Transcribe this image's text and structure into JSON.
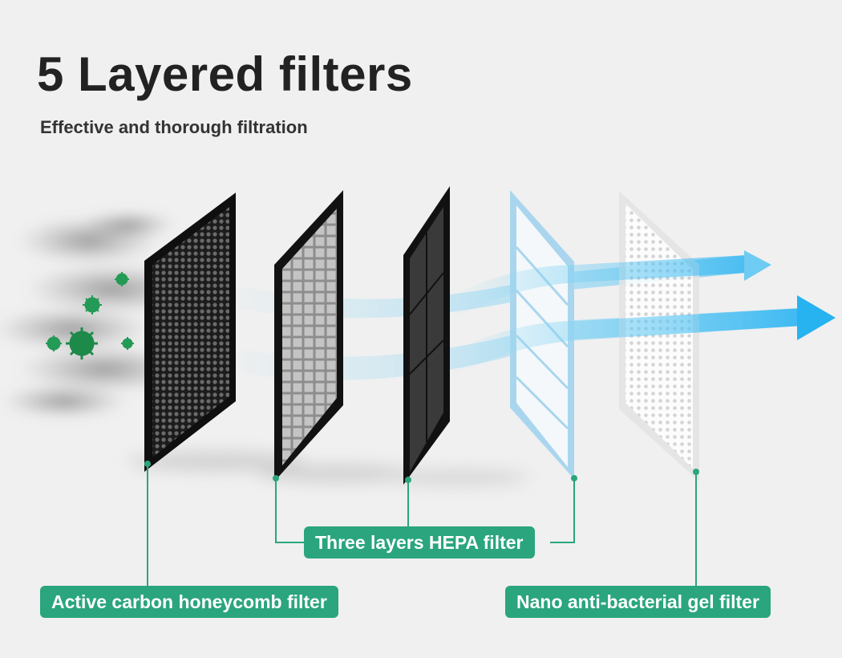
{
  "header": {
    "title": "5 Layered filters",
    "subtitle": "Effective and thorough filtration"
  },
  "labels": {
    "carbon": "Active carbon honeycomb filter",
    "hepa": "Three layers HEPA filter",
    "nano": "Nano anti-bacterial gel filter"
  },
  "colors": {
    "accent": "#2aa57d",
    "airflow": "#3ec0f0",
    "bacteria": "#1d8a4a"
  }
}
